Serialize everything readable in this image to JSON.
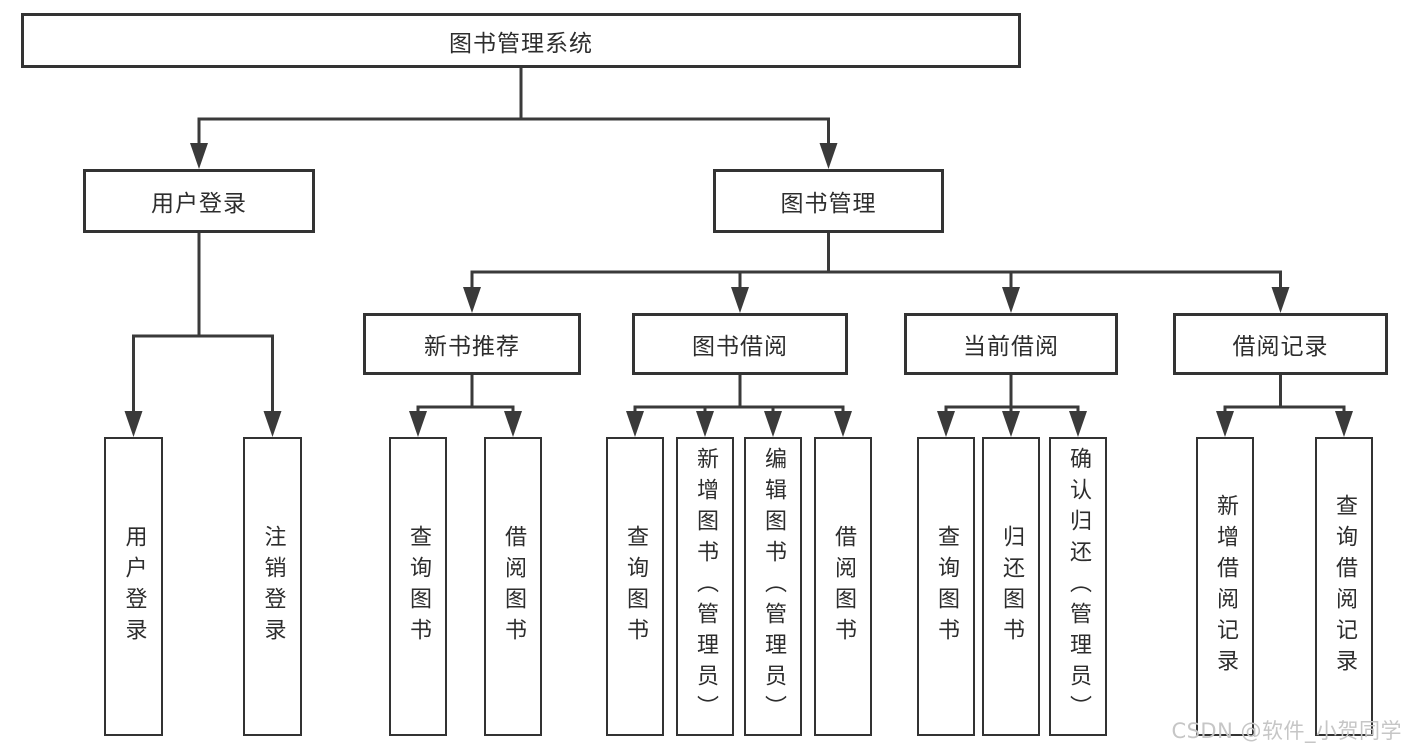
{
  "page": {
    "background_color": "#ffffff"
  },
  "diagram": {
    "line_color": "#3a3a3a",
    "box_border_color": "#333333",
    "box_fill_color": "#ffffff",
    "text_color": "#2d2d2d",
    "nodes": [
      {
        "id": "root",
        "label": "图书管理系统",
        "orientation": "horizontal"
      },
      {
        "id": "user-login",
        "label": "用户登录",
        "orientation": "horizontal"
      },
      {
        "id": "book-mgmt",
        "label": "图书管理",
        "orientation": "horizontal"
      },
      {
        "id": "new-book-rec",
        "label": "新书推荐",
        "orientation": "horizontal"
      },
      {
        "id": "book-borrow",
        "label": "图书借阅",
        "orientation": "horizontal"
      },
      {
        "id": "current-borrow",
        "label": "当前借阅",
        "orientation": "horizontal"
      },
      {
        "id": "borrow-record",
        "label": "借阅记录",
        "orientation": "horizontal"
      },
      {
        "id": "leaf-user-login",
        "label": "用户登录",
        "orientation": "vertical"
      },
      {
        "id": "leaf-logout",
        "label": "注销登录",
        "orientation": "vertical"
      },
      {
        "id": "leaf-query-book-1",
        "label": "查询图书",
        "orientation": "vertical"
      },
      {
        "id": "leaf-borrow-book-1",
        "label": "借阅图书",
        "orientation": "vertical"
      },
      {
        "id": "leaf-query-book-2",
        "label": "查询图书",
        "orientation": "vertical"
      },
      {
        "id": "leaf-add-book",
        "label": "新增图书（管理员）",
        "orientation": "vertical"
      },
      {
        "id": "leaf-edit-book",
        "label": "编辑图书（管理员）",
        "orientation": "vertical"
      },
      {
        "id": "leaf-borrow-book-2",
        "label": "借阅图书",
        "orientation": "vertical"
      },
      {
        "id": "leaf-query-book-3",
        "label": "查询图书",
        "orientation": "vertical"
      },
      {
        "id": "leaf-return-book",
        "label": "归还图书",
        "orientation": "vertical"
      },
      {
        "id": "leaf-confirm-return",
        "label": "确认归还（管理员）",
        "orientation": "vertical"
      },
      {
        "id": "leaf-add-record",
        "label": "新增借阅记录",
        "orientation": "vertical"
      },
      {
        "id": "leaf-query-record",
        "label": "查询借阅记录",
        "orientation": "vertical"
      }
    ],
    "edges": [
      {
        "from": "root",
        "to": [
          "user-login",
          "book-mgmt"
        ]
      },
      {
        "from": "user-login",
        "to": [
          "leaf-user-login",
          "leaf-logout"
        ]
      },
      {
        "from": "book-mgmt",
        "to": [
          "new-book-rec",
          "book-borrow",
          "current-borrow",
          "borrow-record"
        ]
      },
      {
        "from": "new-book-rec",
        "to": [
          "leaf-query-book-1",
          "leaf-borrow-book-1"
        ]
      },
      {
        "from": "book-borrow",
        "to": [
          "leaf-query-book-2",
          "leaf-add-book",
          "leaf-edit-book",
          "leaf-borrow-book-2"
        ]
      },
      {
        "from": "current-borrow",
        "to": [
          "leaf-query-book-3",
          "leaf-return-book",
          "leaf-confirm-return"
        ]
      },
      {
        "from": "borrow-record",
        "to": [
          "leaf-add-record",
          "leaf-query-record"
        ]
      }
    ]
  },
  "watermark": {
    "text": "CSDN @软件_小贺同学",
    "color": "#c6c6c6"
  }
}
